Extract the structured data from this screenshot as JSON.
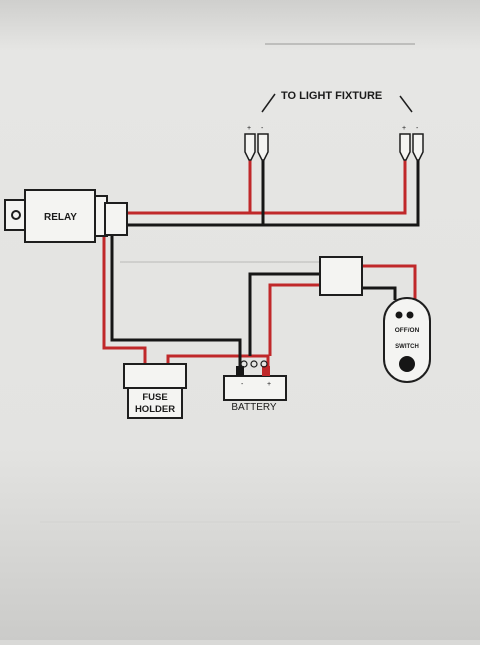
{
  "diagram": {
    "fixture_label": "TO LIGHT FIXTURE",
    "relay_label": "RELAY",
    "fuse_label_line1": "FUSE",
    "fuse_label_line2": "HOLDER",
    "battery_label": "BATTERY",
    "switch_label_onoff": "OFF/ON",
    "switch_label_switch": "SWITCH",
    "connector_minus": "-",
    "connector_plus": "+"
  },
  "colors": {
    "paper": "#e8e8e6",
    "positive_wire": "#c0282a",
    "ground_wire": "#161616",
    "outline": "#1e1e1e"
  }
}
